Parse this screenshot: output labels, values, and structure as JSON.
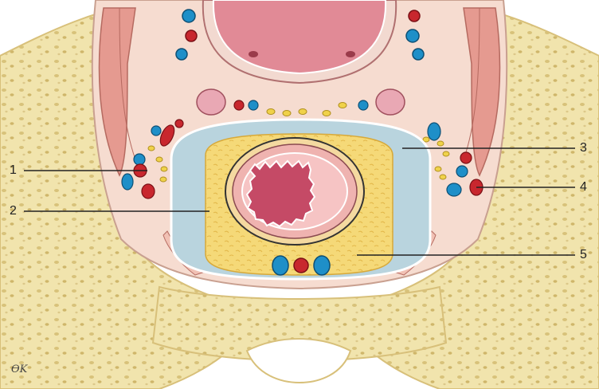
{
  "labels": {
    "l1": "1",
    "l2": "2",
    "l3": "3",
    "l4": "4",
    "l5": "5"
  },
  "signature": "ϴK",
  "colors": {
    "bone": "#efe2a8",
    "bone_dot": "#c9b060",
    "skin": "#f6dcd0",
    "muscle": "#e59a90",
    "fascia_blue": "#b9d4de",
    "fat": "#f3d36a",
    "mucosa": "#e6889a",
    "lumen": "#c54a66",
    "vein": "#1e8fc8",
    "artery": "#c8272e",
    "node": "#f0d24a"
  }
}
